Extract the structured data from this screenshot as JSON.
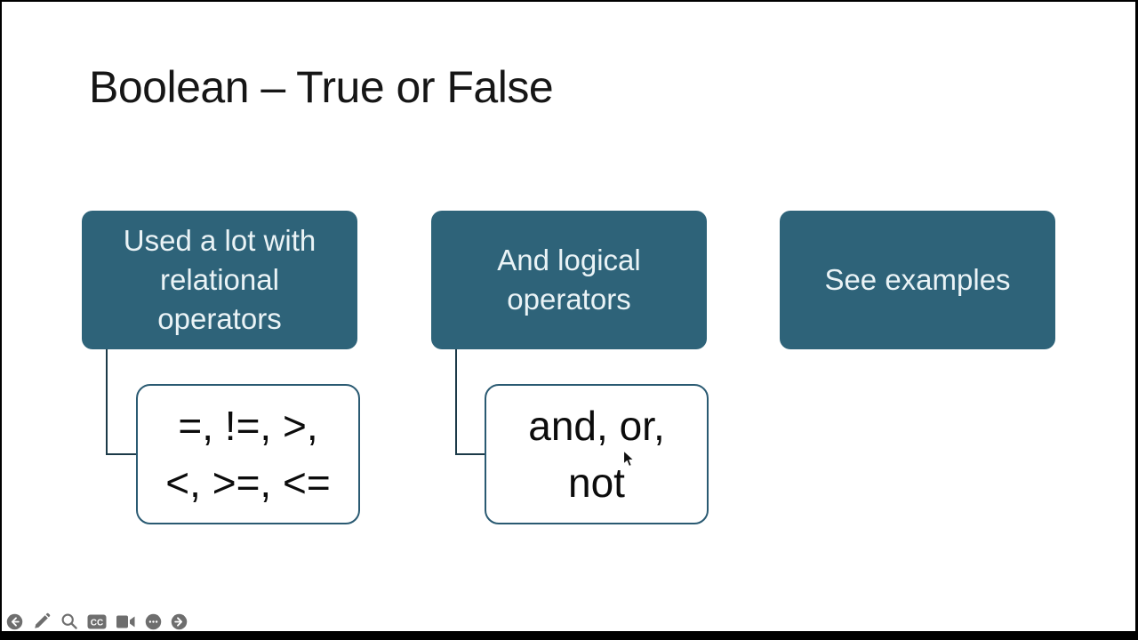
{
  "slide": {
    "title": "Boolean – True or False",
    "boxes": [
      {
        "lines": [
          "Used a lot with",
          "relational",
          "operators"
        ]
      },
      {
        "lines": [
          "And logical",
          "operators"
        ]
      },
      {
        "lines": [
          "See examples"
        ]
      }
    ],
    "callouts": [
      {
        "lines": [
          "=, !=, >,",
          "<, >=, <="
        ]
      },
      {
        "lines": [
          "and, or,",
          "not"
        ]
      }
    ]
  },
  "toolbar": {
    "cc_label": "CC",
    "icons": [
      "back-icon",
      "pen-icon",
      "magnifier-icon",
      "closed-captions-icon",
      "camera-icon",
      "more-options-icon",
      "forward-icon"
    ]
  },
  "colors": {
    "box_teal": "#2e6379",
    "box_text": "#eaf3f6",
    "callout_border": "#2a5a72",
    "connector": "#1c3a48",
    "icon_gray": "#6e6e6e",
    "title_text": "#161616",
    "frame_black": "#000000"
  }
}
